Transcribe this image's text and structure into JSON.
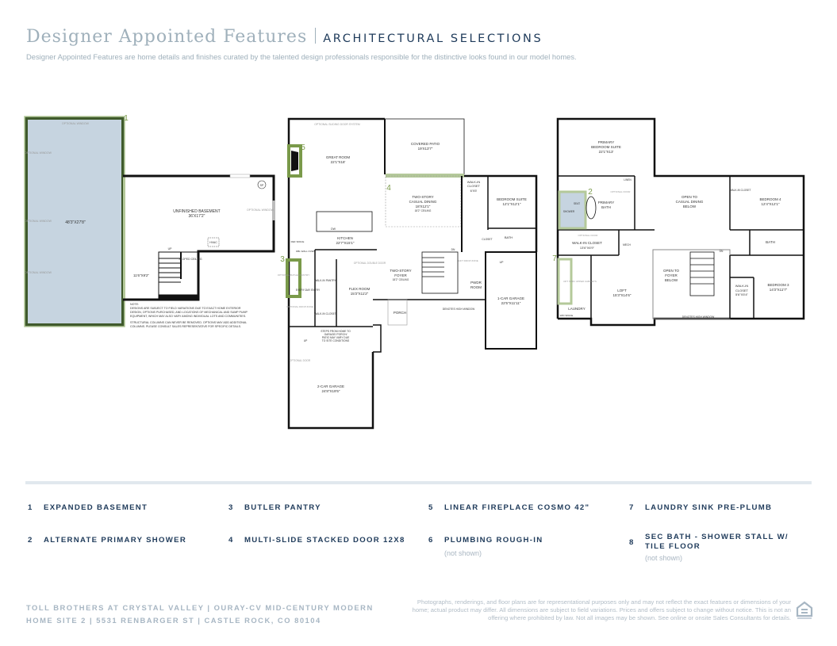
{
  "header": {
    "title": "Designer Appointed Features",
    "section": "ARCHITECTURAL SELECTIONS",
    "subtitle": "Designer Appointed Features are home details and finishes curated by the talented design professionals responsible for the distinctive looks found in our model homes."
  },
  "basement": {
    "expanded_size": "48'3\"X27'8\"",
    "optional_window": "OPTIONAL WINDOW",
    "unfinished_name": "UNFINISHED BASEMENT",
    "unfinished_size": "36'X17'2\"",
    "stair_size": "11'6\"X9'2\"",
    "up": "UP",
    "sloped": "SLOPED CEILING",
    "sp": "SP",
    "hvac": "HVAC",
    "note": [
      "NOTE:",
      "DESIGNS ARE SUBJECT TO FIELD VARIATIONS DUE TO EXACT HOME EXTERIOR",
      "DESIGN, OPTIONS PURCHASED, AND LOCATIONS OF MECHANICAL AND SUMP PUMP",
      "EQUIPMENT, WHICH MAY ALSO VARY AMONG INDIVIDUAL LOTS AND COMMUNITIES.",
      "STRUCTURAL COLUMNS CAN NEVER BE REMOVED. OPTIONS MAY ADD ADDITIONAL",
      "COLUMNS. PLEASE CONSULT SALES REPRESENTATIVE FOR SPECIFIC DETAILS."
    ]
  },
  "main_floor": {
    "sliding": "OPTIONAL SLIDING DOOR SYSTEM",
    "great_room": [
      "GREAT ROOM",
      "22'1\"X18'"
    ],
    "covered_patio": [
      "COVERED PATIO",
      "19'X13'7\""
    ],
    "casual_dining": [
      "TWO-STORY",
      "CASUAL DINING",
      "18'X12'1\"",
      "18'2\" CEILING"
    ],
    "walkin_closet": [
      "WALK-IN",
      "CLOSET",
      "6'X5'"
    ],
    "bedroom_suite": [
      "BEDROOM SUITE",
      "12'1\"X12'1\""
    ],
    "kitchen": [
      "KITCHEN",
      "22'7\"X15'1\""
    ],
    "dw": "DW",
    "ref": "REF SPACE",
    "oven": "DBL WALL OVEN",
    "closet": "CLOSET",
    "bath": "BATH",
    "up": "UP",
    "dn": "DN",
    "butler": "OPTIONAL BUTLER PANTRY",
    "walkin_pantry": "WALK-IN PANTRY",
    "everyday": "EVERY-DAY ENTRY",
    "drop_zone": "OPTIONAL DROP ZONE",
    "walkin_closet2": "WALK-IN CLOSET",
    "flex_room": [
      "FLEX ROOM",
      "15'3\"X11'2\""
    ],
    "double_door": "OPTIONAL DOUBLE DOOR",
    "foyer": [
      "TWO-STORY",
      "FOYER",
      "18'2\" CEILING"
    ],
    "powder": [
      "PWDR",
      "ROOM"
    ],
    "gift": "GIFT DROP ZONE",
    "garage1": [
      "1-CAR GARAGE",
      "22'5\"X11'11\""
    ],
    "porch": "PORCH",
    "high_window": "DENOTES HIGH WINDOW",
    "steps": [
      "STEPS FROM HOME TO",
      "GARAGE/ PORCH/",
      "PATIO MAY VARY DUE",
      "TO SITE CONDITIONS"
    ],
    "optional_door": "OPTIONAL DOOR",
    "garage2": [
      "2-CAR GARAGE",
      "24'8\"X19'5\""
    ]
  },
  "upper_floor": {
    "primary_suite": [
      "PRIMARY",
      "BEDROOM SUITE",
      "22'1\"X13'"
    ],
    "linen": "LINEN",
    "primary_bath": [
      "PRIMARY",
      "BATH"
    ],
    "shower": "SHOWER",
    "seat": "SEAT",
    "optional_door": "OPTIONAL DOOR",
    "walkin_closet": [
      "WALK-IN CLOSET",
      "13'6\"X6'9\""
    ],
    "mech": "MECH",
    "open_dining": [
      "OPEN TO",
      "CASUAL DINING",
      "BELOW"
    ],
    "walkin": "WALK-IN CLOSET",
    "bedroom4": [
      "BEDROOM 4",
      "12'4\"X12'1\""
    ],
    "bath": "BATH",
    "open_foyer": [
      "OPEN TO",
      "FOYER",
      "BELOW"
    ],
    "dn": "DN",
    "loft": [
      "LOFT",
      "15'3\"X14'6\""
    ],
    "laundry": "LAUNDRY",
    "wd": "W/D SPACE",
    "sink": "OPT SINK/ UPPER CABINETS",
    "walkin2": [
      "WALK-IN",
      "CLOSET",
      "5'6\"X5'4\""
    ],
    "bedroom3": [
      "BEDROOM 3",
      "14'3\"X11'7\""
    ],
    "high_window": "DENOTES HIGH WINDOW"
  },
  "markers": [
    "1",
    "2",
    "3",
    "4",
    "5",
    "7"
  ],
  "legend": [
    {
      "num": "1",
      "label": "EXPANDED BASEMENT"
    },
    {
      "num": "2",
      "label": "ALTERNATE PRIMARY SHOWER"
    },
    {
      "num": "3",
      "label": "BUTLER PANTRY"
    },
    {
      "num": "4",
      "label": "MULTI-SLIDE STACKED DOOR 12X8"
    },
    {
      "num": "5",
      "label": "LINEAR FIREPLACE COSMO 42\""
    },
    {
      "num": "6",
      "label": "PLUMBING ROUGH-IN",
      "note": "(not shown)"
    },
    {
      "num": "7",
      "label": "LAUNDRY SINK PRE-PLUMB"
    },
    {
      "num": "8",
      "label": "SEC BATH - SHOWER STALL W/ TILE FLOOR",
      "note": "(not shown)"
    }
  ],
  "footer": {
    "line1": "TOLL BROTHERS AT CRYSTAL VALLEY | OURAY-CV MID-CENTURY MODERN",
    "line2": "HOME SITE 2 | 5531 RENBARGER ST | CASTLE ROCK, CO 80104",
    "disclaimer": "Photographs, renderings, and floor plans are for representational purposes only and may not reflect the exact features or dimensions of your home; actual product may differ. All dimensions are subject to field variations. Prices and offers subject to change without notice. This is not an offering where prohibited by law. Not all images may be shown. See online or onsite Sales Consultants for details.",
    "logo": "EQUAL HOUSING OPPORTUNITY"
  },
  "colors": {
    "navy": "#1e3a5a",
    "green": "#7a9a4a",
    "dark_green": "#3f5a2c",
    "light_green": "#b4c99a",
    "basement_fill": "#c6d4e0"
  }
}
